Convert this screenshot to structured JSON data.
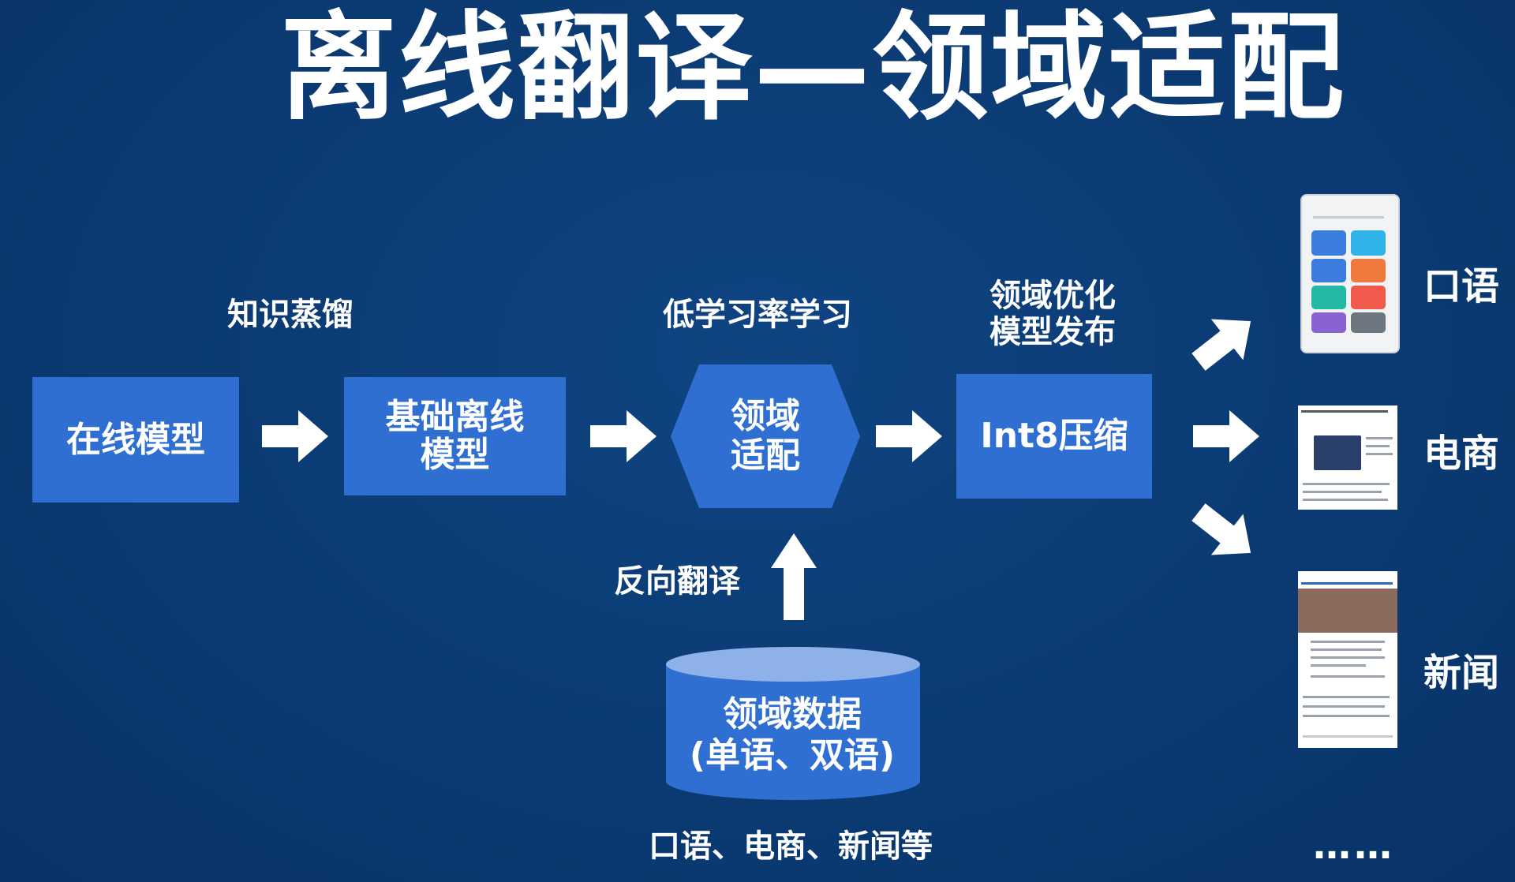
{
  "title": "离线翻译—领域适配",
  "steps": {
    "online_model": "在线模型",
    "base_offline_model_line1": "基础离线",
    "base_offline_model_line2": "模型",
    "domain_adapt_line1": "领域",
    "domain_adapt_line2": "适配",
    "int8": "Int8压缩"
  },
  "labels": {
    "distill": "知识蒸馏",
    "low_lr": "低学习率学习",
    "release_line1": "领域优化",
    "release_line2": "模型发布",
    "back_translation": "反向翻译"
  },
  "data_store": {
    "line1": "领域数据",
    "line2": "(单语、双语)",
    "caption": "口语、电商、新闻等"
  },
  "domains": {
    "spoken": "口语",
    "ecommerce": "电商",
    "news": "新闻",
    "more": "……"
  },
  "colors": {
    "background": "#0b3a72",
    "box": "#2f6fd1",
    "cylinder_top": "#8fb1ea"
  }
}
